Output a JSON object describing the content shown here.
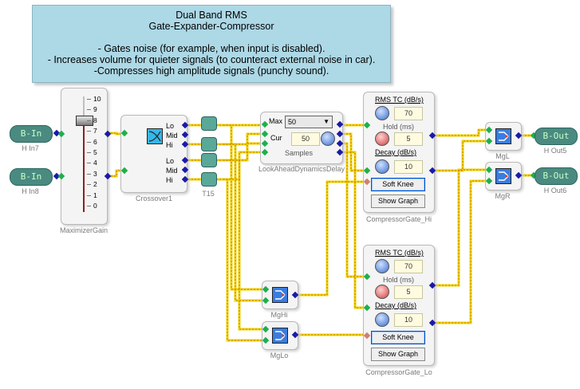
{
  "note": {
    "title1": "Dual Band RMS",
    "title2": "Gate-Expander-Compressor",
    "line1": "- Gates noise (for example, when input is disabled).",
    "line2": "- Increases volume for quieter signals (to counteract external noise in car).",
    "line3": "-Compresses high amplitude signals (punchy sound)."
  },
  "inputs": [
    {
      "label": "B-In",
      "caption": "H In7"
    },
    {
      "label": "B-In",
      "caption": "H In8"
    }
  ],
  "outputs": [
    {
      "label": "B-Out",
      "caption": "H Out5"
    },
    {
      "label": "B-Out",
      "caption": "H Out6"
    }
  ],
  "maximizer": {
    "caption": "MaximizerGain",
    "scale": [
      "10",
      "9",
      "8",
      "7",
      "6",
      "5",
      "4",
      "3",
      "2",
      "1",
      "0"
    ]
  },
  "crossover": {
    "caption": "Crossover1",
    "out_labels": [
      "Lo",
      "Mid",
      "Hi",
      "Lo",
      "Mid",
      "Hi"
    ]
  },
  "t15": {
    "caption": "T15"
  },
  "lookahead": {
    "caption": "LookAheadDynamicsDelay",
    "max_label": "Max",
    "max_value": "50",
    "cur_label": "Cur",
    "cur_value": "50",
    "samples_label": "Samples"
  },
  "comp_hi": {
    "caption": "CompressorGate_Hi",
    "rms_label": "RMS TC (dB/s)",
    "rms_value": "70",
    "hold_label": "Hold (ms)",
    "hold_value": "5",
    "decay_label": "Decay (dB/s)",
    "decay_value": "10",
    "soft_knee": "Soft Knee",
    "show_graph": "Show Graph"
  },
  "comp_lo": {
    "caption": "CompressorGate_Lo",
    "rms_label": "RMS TC (dB/s)",
    "rms_value": "70",
    "hold_label": "Hold (ms)",
    "hold_value": "5",
    "decay_label": "Decay (dB/s)",
    "decay_value": "10",
    "soft_knee": "Soft Knee",
    "show_graph": "Show Graph"
  },
  "mixers": {
    "mghi": "MgHi",
    "mglo": "MgLo",
    "mgl": "MgL",
    "mgr": "MgR"
  },
  "colors": {
    "wire": "#f0d000",
    "wire_dash": "#c08000",
    "note_bg": "#add8e6",
    "io_bg": "#4a8a80"
  }
}
